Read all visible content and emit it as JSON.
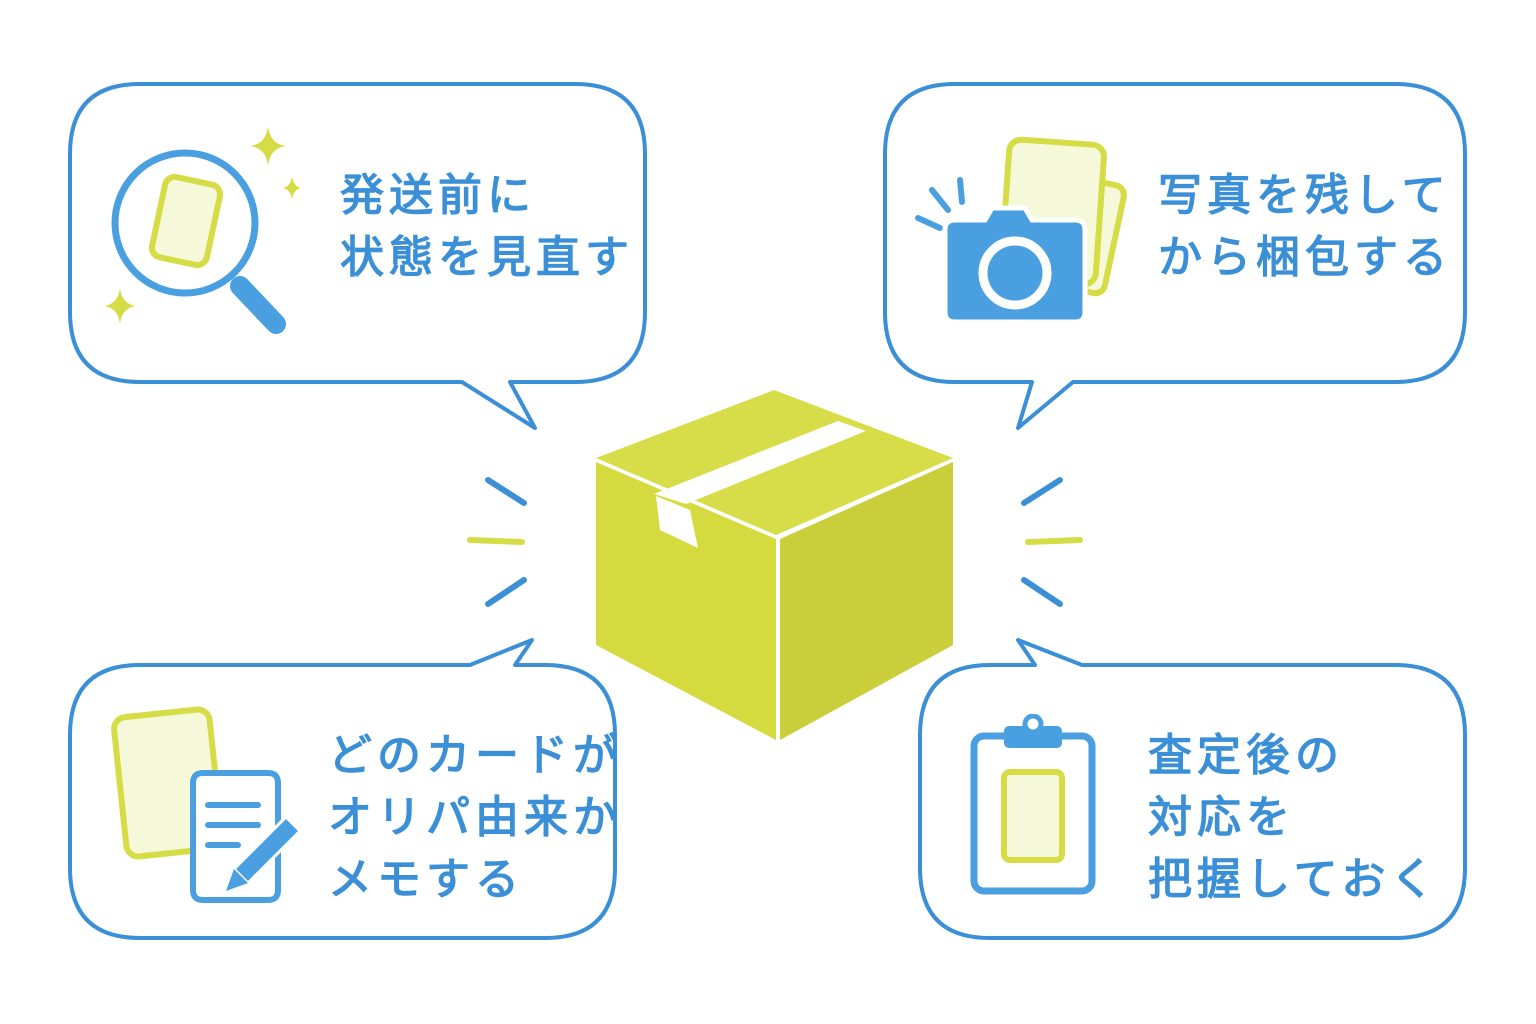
{
  "colors": {
    "blue": "#3B8FD6",
    "icon_blue": "#4A9FE0",
    "yellow_green": "#D6DC45",
    "box_top": "#D7DD48",
    "box_front": "#D5DB3F",
    "box_side": "#C9CE3A",
    "card_fill": "#F6F8DA",
    "background": "#FFFFFF"
  },
  "center": {
    "icon": "cardboard-box-icon"
  },
  "bubbles": [
    {
      "id": "top-left",
      "icon": "magnifier-card-icon",
      "lines": [
        "発送前に",
        "状態を見直す"
      ]
    },
    {
      "id": "top-right",
      "icon": "camera-cards-icon",
      "lines": [
        "写真を残して",
        "から梱包する"
      ]
    },
    {
      "id": "bottom-left",
      "icon": "memo-pencil-icon",
      "lines": [
        "どのカードが",
        "オリパ由来か",
        "メモする"
      ]
    },
    {
      "id": "bottom-right",
      "icon": "clipboard-card-icon",
      "lines": [
        "査定後の",
        "対応を",
        "把握しておく"
      ]
    }
  ]
}
